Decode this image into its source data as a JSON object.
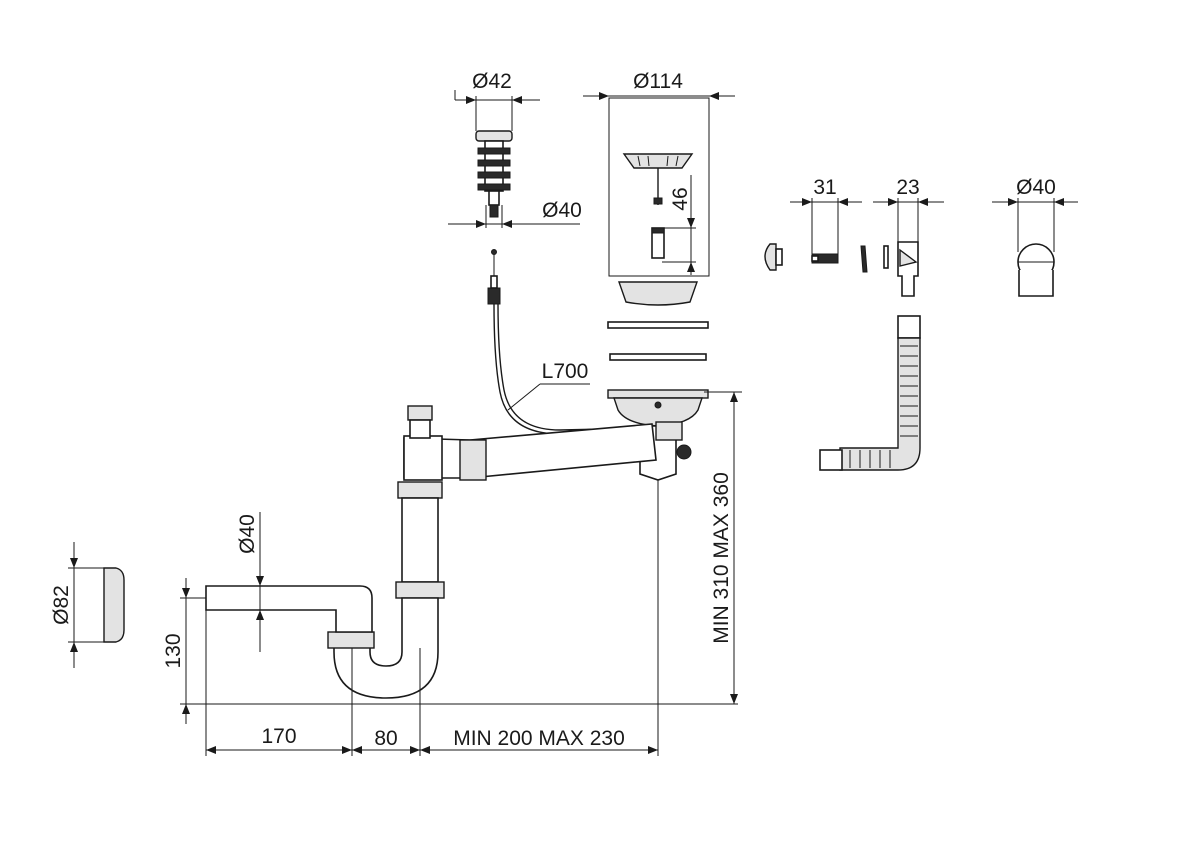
{
  "dimensions": {
    "drain_plug_diameter": "Ø42",
    "drain_plug_thread": "Ø40",
    "strainer_diameter": "Ø114",
    "strainer_depth": "46",
    "overflow_screw_length": "31",
    "overflow_body_width": "23",
    "overflow_outlet_diameter": "Ø40",
    "cable_length": "L700",
    "trap_height_range": "MIN 310 MAX 360",
    "cap_diameter": "Ø82",
    "outlet_diameter": "Ø40",
    "outlet_height": "130",
    "outlet_length": "170",
    "trap_offset": "80",
    "trap_reach_range": "MIN 200 MAX 230"
  },
  "colors": {
    "line": "#1a1a1a",
    "fill_grey": "#e3e3e3",
    "fill_dark": "#2a2a2a",
    "background": "#ffffff"
  }
}
